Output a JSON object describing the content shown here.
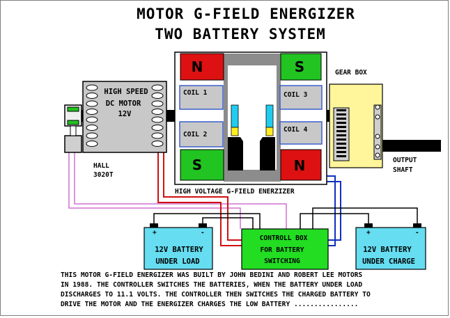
{
  "title": {
    "line1": "MOTOR G-FIELD ENERGIZER",
    "line2": "TWO BATTERY SYSTEM"
  },
  "motor": {
    "label1": "HIGH SPEED",
    "label2": "DC MOTOR",
    "label3": "12V"
  },
  "hall": {
    "label1": "HALL",
    "label2": "3020T"
  },
  "energizer": {
    "pole_top_left": "N",
    "pole_top_right": "S",
    "pole_bottom_left": "S",
    "pole_bottom_right": "N",
    "coil1": "COIL 1",
    "coil2": "COIL 2",
    "coil3": "COIL 3",
    "coil4": "COIL 4",
    "caption": "HIGH VOLTAGE G-FIELD ENERZIZER"
  },
  "gearbox": {
    "label": "GEAR BOX"
  },
  "output": {
    "label1": "OUTPUT",
    "label2": "SHAFT"
  },
  "battery_load": {
    "line1": "12V BATTERY",
    "line2": "UNDER LOAD",
    "plus": "+",
    "minus": "-"
  },
  "battery_charge": {
    "line1": "12V BATTERY",
    "line2": "UNDER CHARGE",
    "plus": "+",
    "minus": "-"
  },
  "control_box": {
    "line1": "CONTROLL BOX",
    "line2": "FOR BATTERY",
    "line3": "SWITCHING"
  },
  "description": {
    "line1": "THIS MOTOR G-FIELD ENERGIZER WAS BUILT BY JOHN BEDINI AND ROBERT LEE MOTORS",
    "line2": "IN 1988. THE CONTROLLER SWITCHES THE BATTERIES, WHEN THE BATTERY UNDER LOAD",
    "line3": "DISCHARGES TO 11.1 VOLTS. THE CONTROLLER THEN SWITCHES THE CHARGED BATTERY TO",
    "line4": "DRIVE THE MOTOR AND THE ENERGIZER CHARGES THE LOW BATTERY ................"
  },
  "colors": {
    "magnet_red": "#dd1111",
    "magnet_green": "#22c422",
    "coil_gray": "#c8c8c8",
    "coil_outline": "#3a5fcd",
    "gearbox_yellow": "#fff59a",
    "battery_cyan": "#66ddf0",
    "control_green": "#22dd22",
    "wire_red": "#d01010",
    "wire_blue": "#1030c0",
    "wire_pink": "#d070d0"
  }
}
